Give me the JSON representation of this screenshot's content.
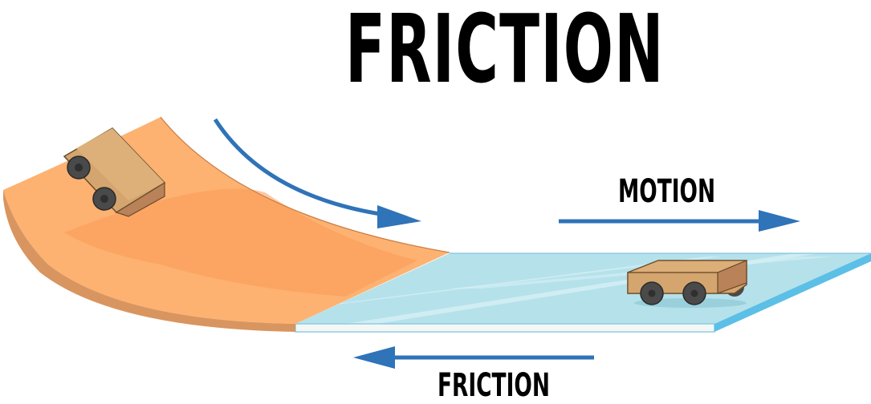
{
  "title": "FRICTION",
  "labels": {
    "motion": "MOTION",
    "friction": "FRICTION"
  },
  "colors": {
    "arrow": "#2f73b8",
    "ramp": "#fdb272",
    "ramp_dark": "#fb9a55",
    "ramp_edge": "#d9955f",
    "ice": "#b5e1ea",
    "ice_light": "#d6f0f5",
    "ice_edge": "#5cbfe6",
    "car_body": "#d4a56e",
    "car_side": "#b98258",
    "wheel": "#4a4a4a"
  },
  "elements": {
    "ramp": "curved wooden ramp (rough surface)",
    "ice": "flat ice surface (smooth)",
    "car_top": "toy car on ramp",
    "car_bottom": "toy car on ice",
    "arrow_curve": "downhill motion arrow",
    "arrow_motion": "motion arrow pointing right",
    "arrow_friction": "friction arrow pointing left"
  }
}
